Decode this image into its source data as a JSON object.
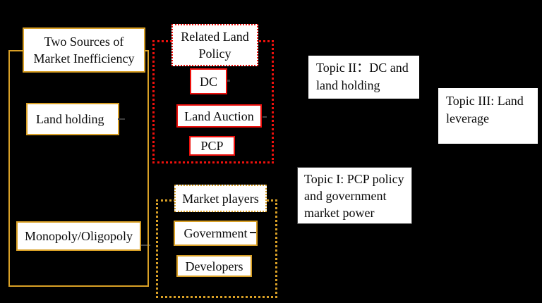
{
  "colors": {
    "background": "#000000",
    "gold": "#D9A026",
    "red": "#EE100C",
    "box_fill": "#FFFFFF",
    "text": "#0A0A0A"
  },
  "sources_group": {
    "title": "Two Sources of Market Inefficiency",
    "items": [
      "Land holding",
      "Monopoly/Oligopoly"
    ]
  },
  "policy_group": {
    "title": "Related Land Policy",
    "items": [
      "DC",
      "Land Auction",
      "PCP"
    ]
  },
  "players_group": {
    "title": "Market players",
    "items": [
      "Government",
      "Developers"
    ]
  },
  "topics": {
    "topic1": "Topic I: PCP policy and government market power",
    "topic2": "Topic II：DC and land holding",
    "topic3": "Topic III: Land leverage"
  }
}
